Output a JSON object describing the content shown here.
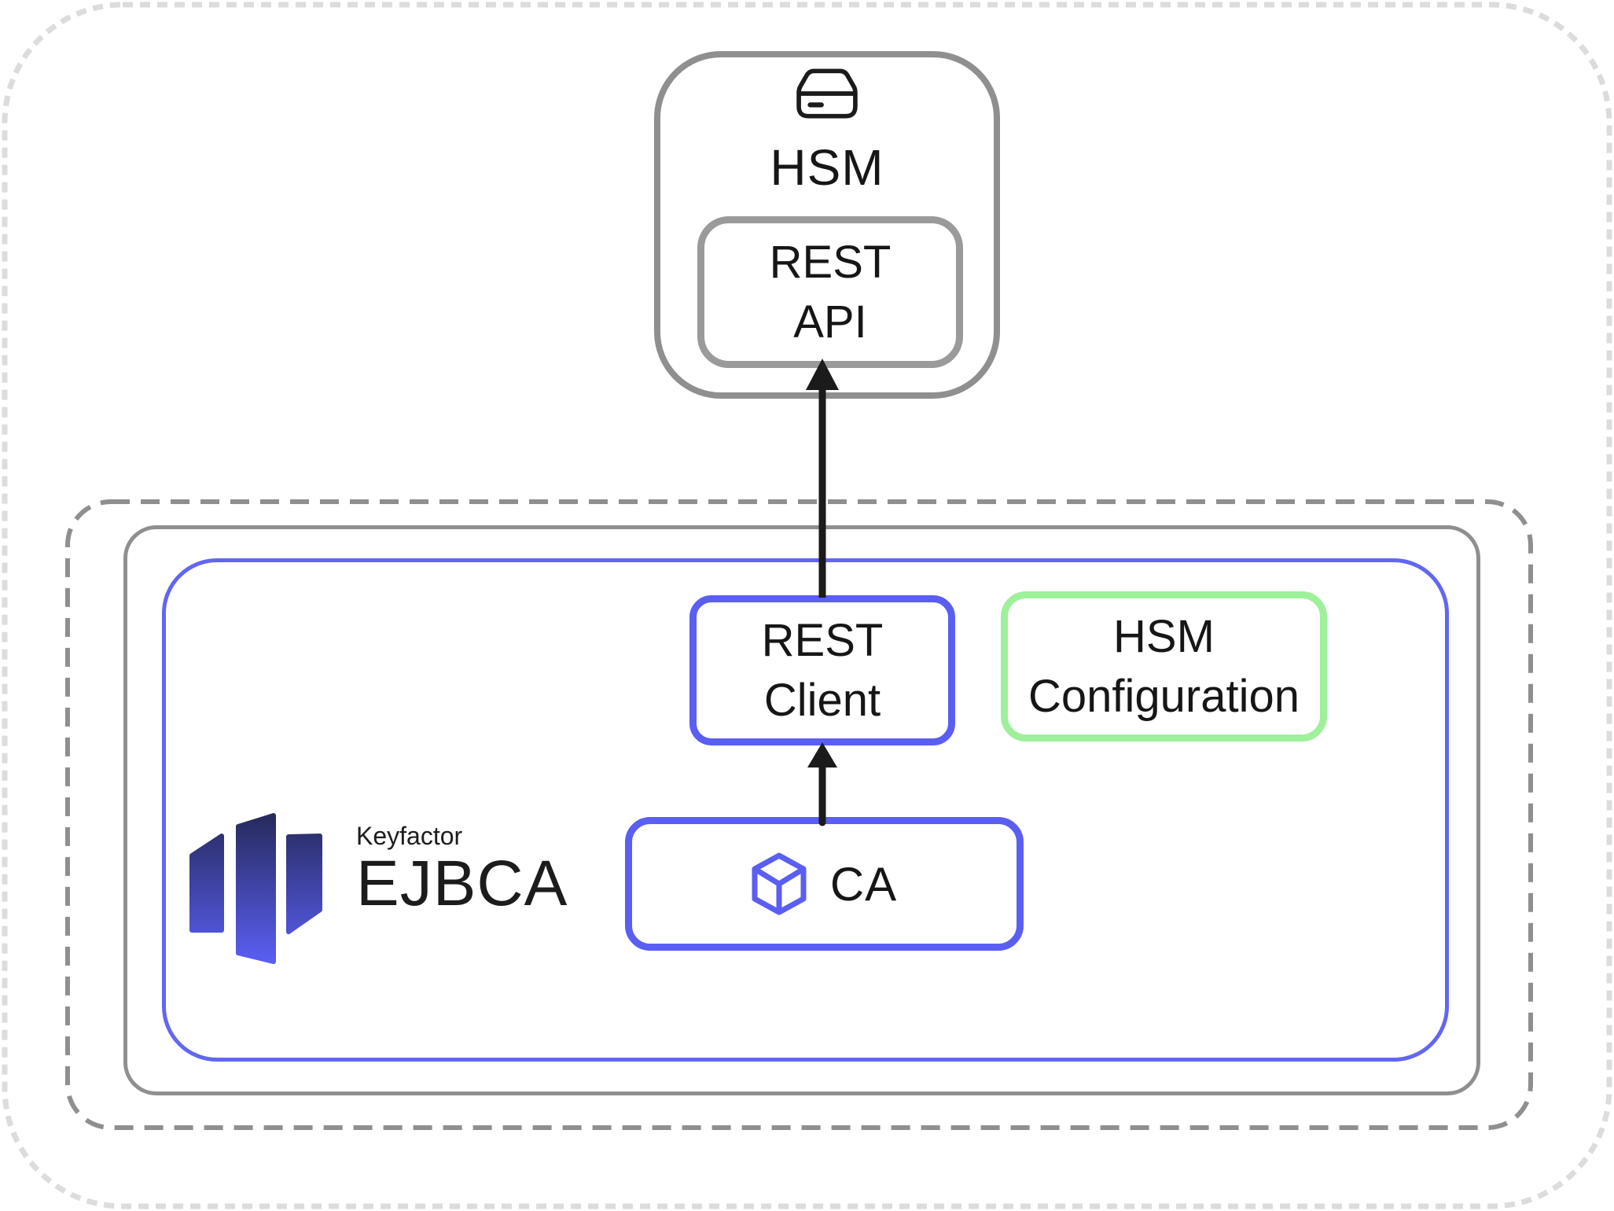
{
  "diagram": {
    "hsm": {
      "title": "HSM",
      "rest_api": {
        "line1": "REST",
        "line2": "API"
      }
    },
    "platform": {
      "logo": {
        "brand": "Keyfactor",
        "product": "EJBCA"
      },
      "rest_client": {
        "line1": "REST",
        "line2": "Client"
      },
      "hsm_configuration": {
        "line1": "HSM",
        "line2": "Configuration"
      },
      "ca": {
        "label": "CA"
      }
    }
  },
  "icons": {
    "hsm": "hard-drive-icon",
    "ca": "package-cube-icon",
    "logo": "keyfactor-bars-icon"
  },
  "colors": {
    "blue": "#5b5ef2",
    "blue_container": "#6266f2",
    "green": "#9ff09b",
    "gray": "#8f8f8f",
    "gray_light": "#9a9a9a",
    "edge": "#dcdcdc",
    "ink": "#1b1b1b",
    "logo_gradient_top": "#272a5c",
    "logo_gradient_bottom": "#5a5ff5"
  }
}
